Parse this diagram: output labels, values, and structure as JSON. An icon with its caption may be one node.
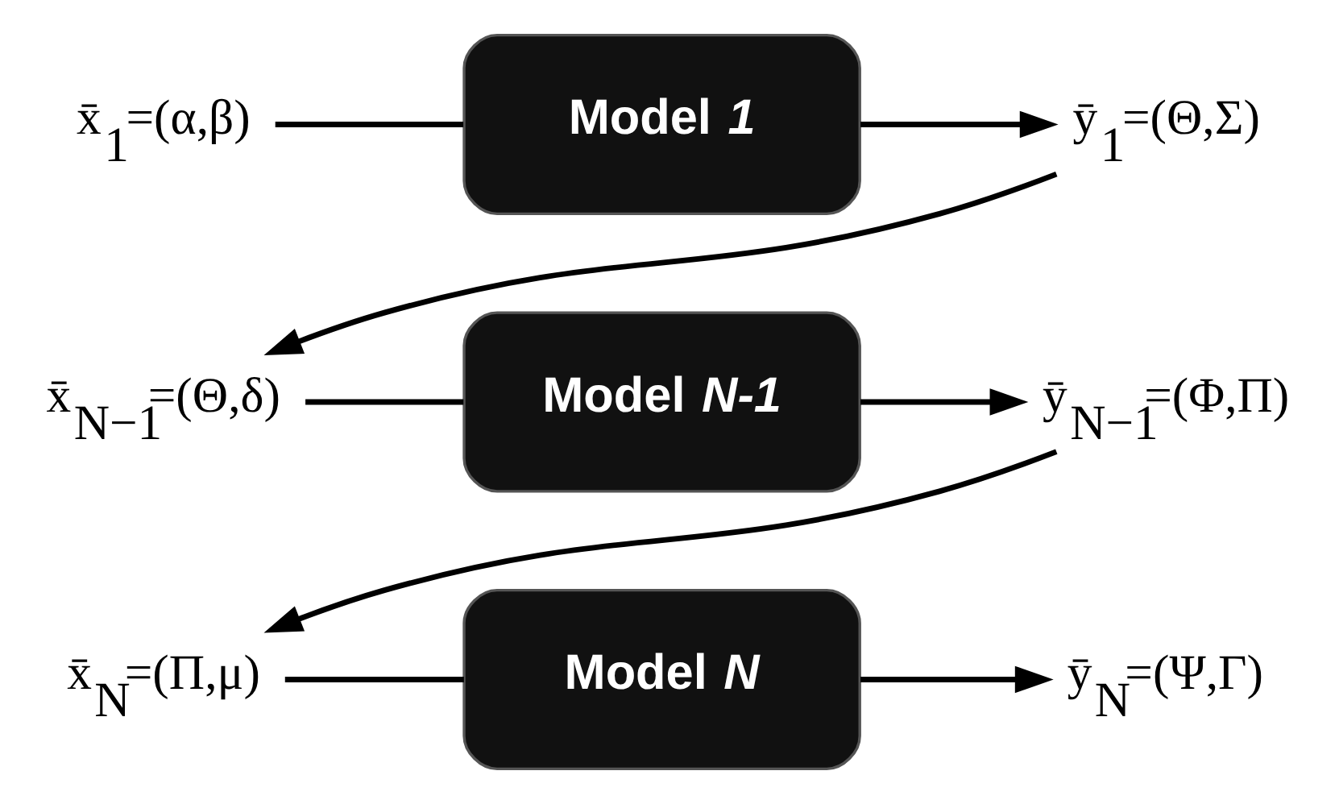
{
  "diagram": {
    "nodes": [
      {
        "text": [
          "x̄$_{1}$=(α,β)"
        ]
      },
      {
        "text": [
          "Model *1*"
        ]
      },
      {
        "text": [
          "ȳ$_{1}$=(Θ,Σ)"
        ]
      },
      {
        "text": [
          "x̄$_{N−1}$=(Θ,δ)"
        ]
      },
      {
        "text": [
          "Model *N-1*"
        ]
      },
      {
        "text": [
          "ȳ$_{N−1}$=(Φ,Π)"
        ]
      },
      {
        "text": [
          "x̄$_{N}$=(Π,μ)"
        ]
      },
      {
        "text": [
          "Model *N*"
        ]
      },
      {
        "text": [
          "ȳ$_{N}$=(Ψ,Γ)"
        ]
      }
    ],
    "edges": [
      {
        "from": 0,
        "to": 1,
        "arrow": "none"
      },
      {
        "from": 1,
        "to": 2,
        "arrow": "to"
      },
      {
        "from": 2,
        "to": 3,
        "arrow": "to"
      },
      {
        "from": 3,
        "to": 4,
        "arrow": "none"
      },
      {
        "from": 4,
        "to": 5,
        "arrow": "to"
      },
      {
        "from": 5,
        "to": 6,
        "arrow": "to"
      },
      {
        "from": 6,
        "to": 7,
        "arrow": "none"
      },
      {
        "from": 7,
        "to": 8,
        "arrow": "to"
      }
    ]
  }
}
